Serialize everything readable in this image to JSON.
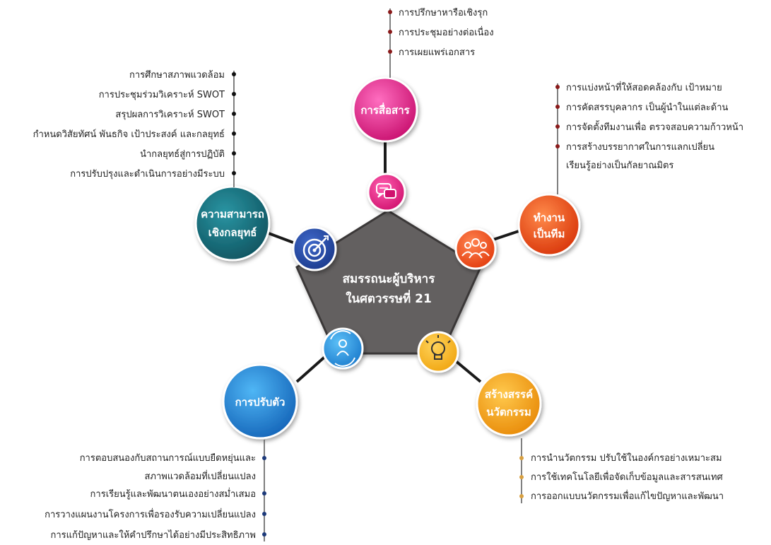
{
  "center": {
    "line1": "สมรรถนะผู้บริหาร",
    "line2": "ในศตวรรษที่ 21"
  },
  "nodes": {
    "communication": {
      "label": "การสื่อสาร",
      "color": "#e8248e",
      "icon": "speech-bubbles-icon",
      "items": [
        "การปรึกษาหารือเชิงรุก",
        "การประชุมอย่างต่อเนื่อง",
        "การเผยแพร่เอกสาร"
      ]
    },
    "teamwork": {
      "label1": "ทำงาน",
      "label2": "เป็นทีม",
      "color": "#f04a12",
      "icon": "team-people-icon",
      "items": [
        "การแบ่งหน้าที่ให้สอดคล้องกับ เป้าหมาย",
        "การคัดสรรบุคลากร เป็นผู้นำในแต่ละด้าน",
        "การจัดตั้งทีมงานเพื่อ ตรวจสอบความก้าวหน้า",
        "การสร้างบรรยากาศในการแลกเปลี่ยน",
        "เรียนรู้อย่างเป็นกัลยาณมิตร"
      ]
    },
    "innovation": {
      "label1": "สร้างสรรค์",
      "label2": "นวัตกรรม",
      "color": "#f49f10",
      "icon": "lightbulb-gear-icon",
      "items": [
        "การนำนวัตกรรม ปรับใช้ในองค์กรอย่างเหมาะสม",
        "การใช้เทคโนโลยีเพื่อจัดเก็บข้อมูลและสารสนเทศ",
        "การออกแบบนวัตกรรมเพื่อแก้ไขปัญหาและพัฒนา"
      ]
    },
    "adaptation": {
      "label": "การปรับตัว",
      "color": "#1d86d4",
      "icon": "person-cycle-icon",
      "items": [
        "การตอบสนองกับสถานการณ์แบบยืดหยุ่นและ",
        "สภาพแวดล้อมที่เปลี่ยนแปลง",
        "การเรียนรู้และพัฒนาตนเองอย่างสม่ำเสมอ",
        "การวางแผนงานโครงการเพื่อรองรับความเปลี่ยนแปลง",
        "การแก้ปัญหาและให้คำปรึกษาได้อย่างมีประสิทธิภาพ"
      ]
    },
    "strategy": {
      "label1": "ความสามารถ",
      "label2": "เชิงกลยุทธ์",
      "color": "#17707e",
      "icon": "target-arrow-icon",
      "items": [
        "การศึกษาสภาพแวดล้อม",
        "การประชุมร่วมวิเคราะห์ SWOT",
        "สรุปผลการวิเคราะห์ SWOT",
        "กำหนดวิสัยทัศน์ พันธกิจ เป้าประสงค์ และกลยุทธ์",
        "นำกลยุทธ์สู่การปฏิบัติ",
        "การปรับปรุงและดำเนินการอย่างมีระบบ"
      ]
    }
  }
}
